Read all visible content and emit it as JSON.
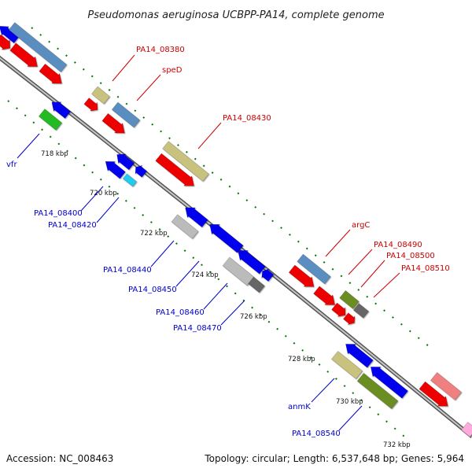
{
  "title": "Pseudomonas aeruginosa UCBPP-PA14, complete genome",
  "footer": {
    "accession": "Accession: NC_008463",
    "summary": "Topology: circular; Length: 6,537,648 bp; Genes: 5,964"
  },
  "scale_labels": [
    "718 kbp",
    "720 kbp",
    "722 kbp",
    "724 kbp",
    "726 kbp",
    "728 kbp",
    "730 kbp",
    "732 kbp"
  ],
  "forward_gene_labels": [
    "PA14_08380",
    "speD",
    "PA14_08430",
    "argC",
    "PA14_08490",
    "PA14_08500",
    "PA14_08510"
  ],
  "reverse_gene_labels": [
    "vfr",
    "PA14_08400",
    "PA14_08420",
    "PA14_08440",
    "PA14_08450",
    "PA14_08460",
    "PA14_08470",
    "anmK",
    "PA14_08540"
  ],
  "colors": {
    "label_forward": "#cc0000",
    "label_reverse": "#0000cc",
    "backbone": "#808080",
    "tick": "#007700",
    "gene_red": "#ee0000",
    "gene_blue": "#0000ee",
    "gene_steel": "#5a8ec0",
    "gene_khaki": "#c8c27e",
    "gene_olive": "#6b8e23",
    "gene_green": "#22bb22",
    "gene_grey": "#bbbbbb",
    "gene_darkgrey": "#666666",
    "gene_cyan": "#22ccee",
    "gene_pink": "#f08080",
    "gene_lightpink": "#ffaadd"
  }
}
